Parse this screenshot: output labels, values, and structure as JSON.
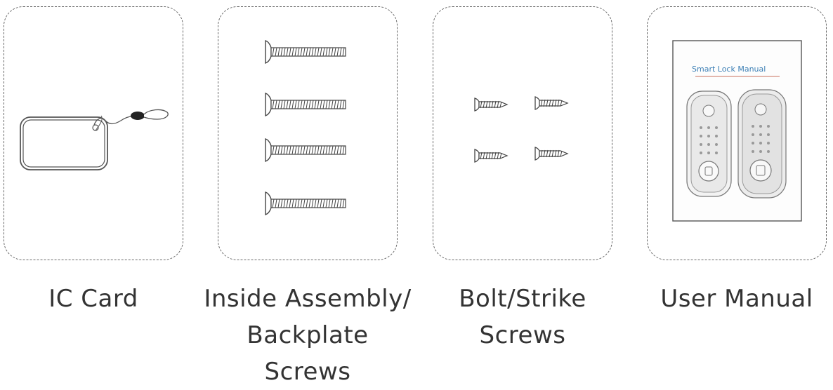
{
  "items": [
    {
      "icon": "ic-card-icon",
      "lines": [
        "IC Card"
      ]
    },
    {
      "icon": "inside-assembly-screws-icon",
      "lines": [
        "Inside Assembly/",
        "Backplate Screws"
      ]
    },
    {
      "icon": "bolt-strike-screws-icon",
      "lines": [
        "Bolt/Strike",
        "Screws"
      ]
    },
    {
      "icon": "user-manual-icon",
      "lines": [
        "User Manual"
      ]
    }
  ],
  "manual": {
    "cover_title": "Smart Lock Manual"
  }
}
